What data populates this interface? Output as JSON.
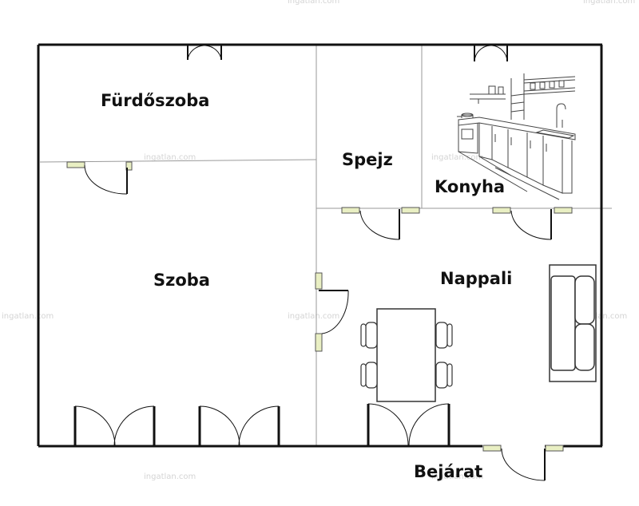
{
  "colors": {
    "wall": "#111111",
    "thin_line": "#9a9a9a",
    "door_jamb": "#e9efc3",
    "door_jamb_border": "#555555",
    "watermark": "#d4d4d4"
  },
  "rooms": {
    "furdoszoba": "Fürdőszoba",
    "spejz": "Spejz",
    "konyha": "Konyha",
    "szoba": "Szoba",
    "nappali": "Nappali",
    "bejarat": "Bejárat"
  },
  "watermark_text": "ingatlan.com",
  "icons": [
    "kitchen-sketch-icon",
    "dining-table-icon",
    "chair-icon",
    "sofa-icon",
    "door-swing-icon",
    "french-door-icon"
  ]
}
